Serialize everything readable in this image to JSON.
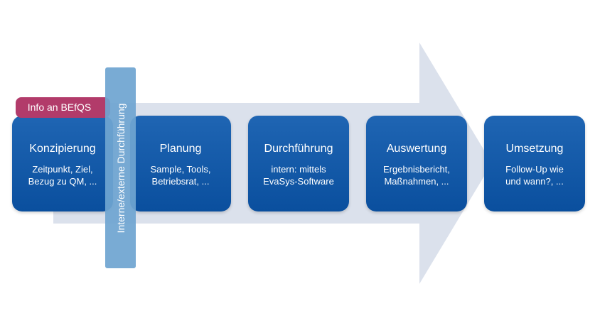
{
  "info_label": "Info an BEfQS",
  "vertical_label": "Interne/externe Durchführung",
  "steps": [
    {
      "title": "Konzipierung",
      "desc": "Zeitpunkt, Ziel,\nBezug zu QM, ..."
    },
    {
      "title": "Planung",
      "desc": "Sample, Tools,\nBetriebsrat, ..."
    },
    {
      "title": "Durchführung",
      "desc": "intern: mittels\nEvaSys-Software"
    },
    {
      "title": "Auswertung",
      "desc": "Ergebnisbericht,\nMaßnahmen, ..."
    },
    {
      "title": "Umsetzung",
      "desc": "Follow-Up wie\nund wann?, ..."
    }
  ],
  "colors": {
    "arrow": "#dbe1ec",
    "step": "#0c529f",
    "info": "#b23b6a",
    "vertical_bar": "#6fa5d1"
  }
}
